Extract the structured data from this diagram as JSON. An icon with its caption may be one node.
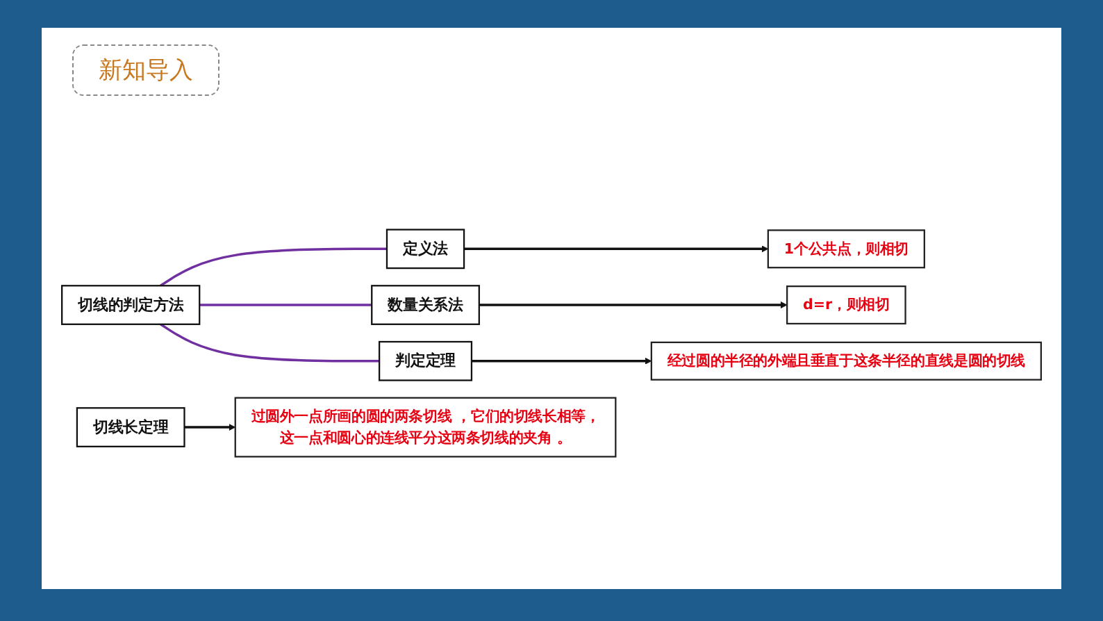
{
  "diagram": {
    "title": "新知导入",
    "nodes": [
      {
        "text": [
          "切线的判定方法"
        ]
      },
      {
        "text": [
          "定义法"
        ]
      },
      {
        "text": [
          "数量关系法"
        ]
      },
      {
        "text": [
          "判定定理"
        ]
      },
      {
        "text": [
          "1个公共点，则相切"
        ]
      },
      {
        "text": [
          "d=r，则相切"
        ]
      },
      {
        "text": [
          "经过圆的半径的外端且垂直于这条半径的直线是圆的切线"
        ]
      },
      {
        "text": [
          "切线长定理"
        ]
      },
      {
        "text": [
          "过圆外一点所画的圆的两条切线 ，它们的切线长相等，",
          "这一点和圆心的连线平分这两条切线的夹角 。"
        ]
      }
    ],
    "edges": [
      {
        "from": 0,
        "to": 1,
        "arrow": "none",
        "color": "#7030a0"
      },
      {
        "from": 0,
        "to": 2,
        "arrow": "none",
        "color": "#7030a0"
      },
      {
        "from": 0,
        "to": 3,
        "arrow": "none",
        "color": "#7030a0"
      },
      {
        "from": 1,
        "to": 4,
        "arrow": "to"
      },
      {
        "from": 2,
        "to": 5,
        "arrow": "to"
      },
      {
        "from": 3,
        "to": 6,
        "arrow": "to"
      },
      {
        "from": 7,
        "to": 8,
        "arrow": "to"
      }
    ]
  }
}
